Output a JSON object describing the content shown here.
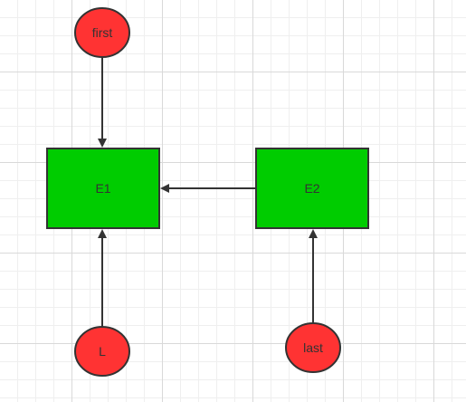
{
  "diagram": {
    "nodes": {
      "first": {
        "label": "first"
      },
      "e1": {
        "label": "E1"
      },
      "e2": {
        "label": "E2"
      },
      "l": {
        "label": "L"
      },
      "last": {
        "label": "last"
      }
    },
    "edges": [
      {
        "from": "first",
        "to": "E1"
      },
      {
        "from": "E2",
        "to": "E1"
      },
      {
        "from": "L",
        "to": "E1"
      },
      {
        "from": "last",
        "to": "E2"
      }
    ]
  },
  "colors": {
    "circle_fill": "#ff3333",
    "rect_fill": "#00cc00",
    "stroke": "#333333",
    "grid_major": "#d9d9d9",
    "grid_minor": "#efefef"
  }
}
